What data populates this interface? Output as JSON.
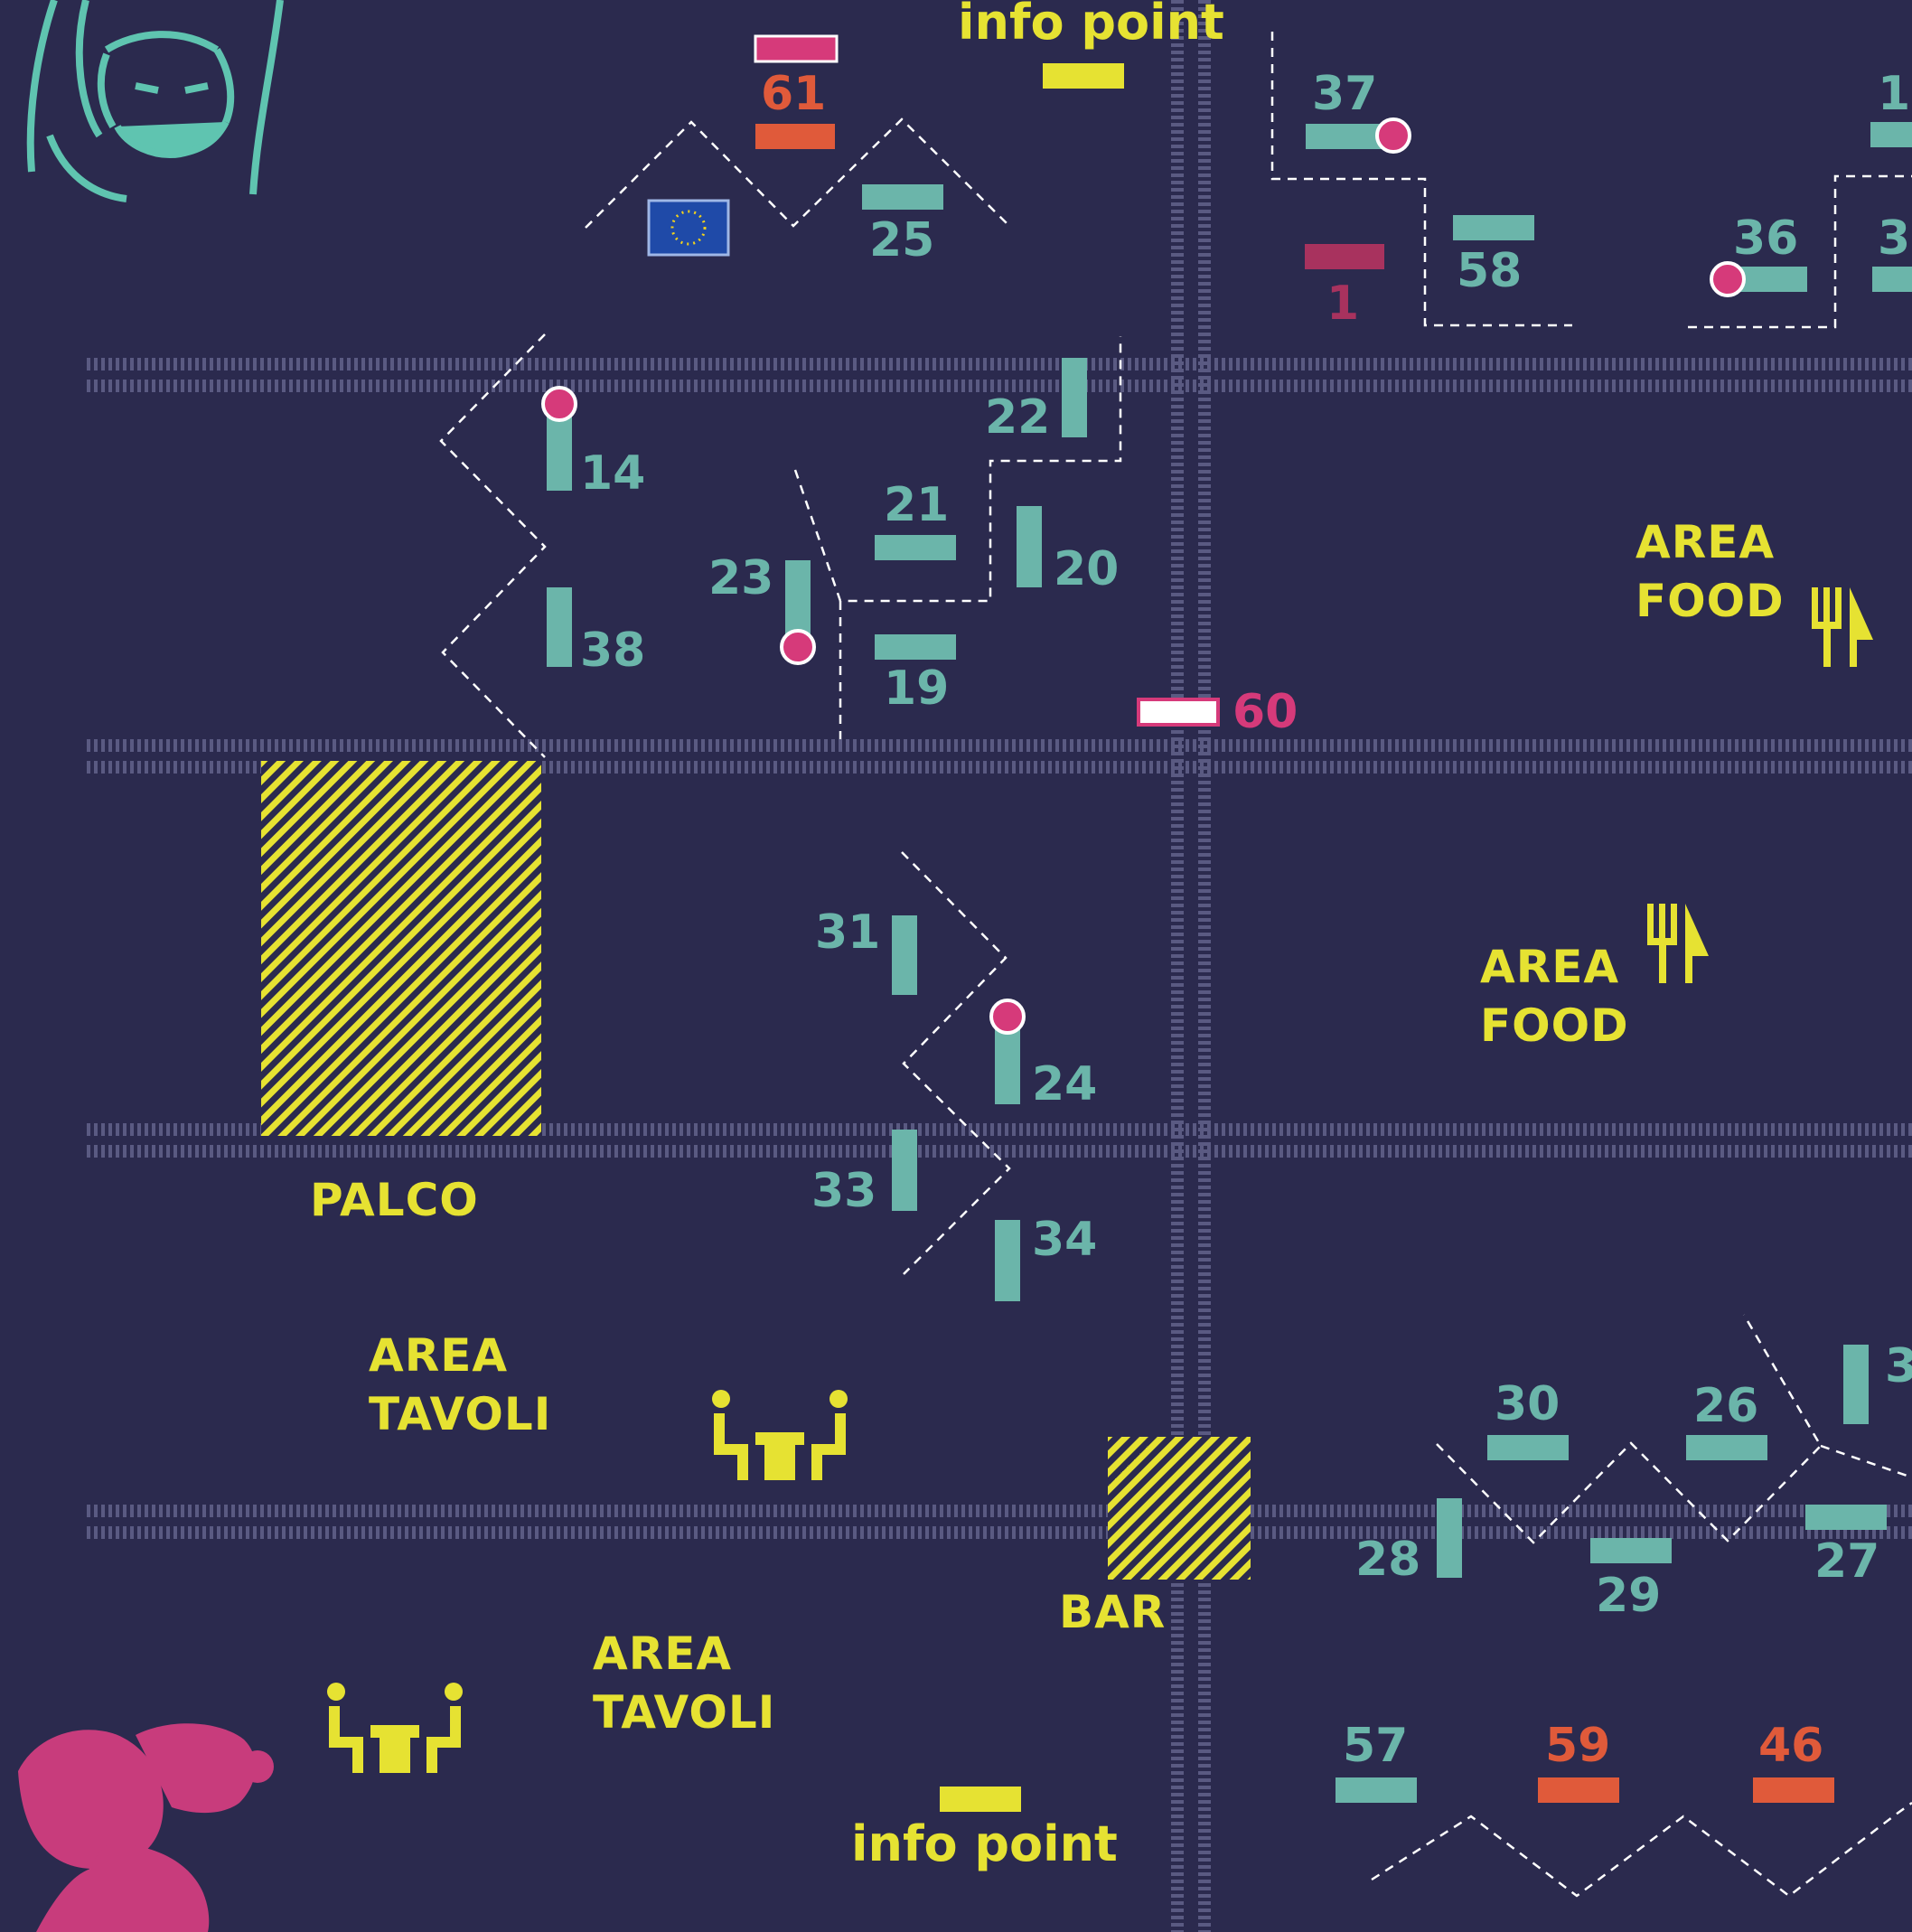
{
  "colors": {
    "background": "#2b2a4e",
    "stand": "#6bb5aa",
    "highlight_pink": "#d63a7a",
    "orange": "#e05a3a",
    "yellow": "#e6e232",
    "maroon": "#a8325e",
    "path": "#4a4a72"
  },
  "stands": {
    "s1": "1",
    "s14": "14",
    "s19": "19",
    "s20": "20",
    "s21": "21",
    "s22": "22",
    "s23": "23",
    "s24": "24",
    "s25": "25",
    "s26": "26",
    "s27": "27",
    "s28": "28",
    "s29": "29",
    "s30": "30",
    "s31": "31",
    "s33": "33",
    "s34": "34",
    "s36": "36",
    "s37": "37",
    "s38": "38",
    "s46": "46",
    "s57": "57",
    "s58": "58",
    "s59": "59",
    "s60": "60",
    "s61": "61",
    "edge_1": "1",
    "edge_3a": "3",
    "edge_3b": "3"
  },
  "zones": {
    "info_top": "info point",
    "info_bottom": "info point",
    "food1_line1": "AREA",
    "food1_line2": "FOOD",
    "food2_line1": "AREA",
    "food2_line2": "FOOD",
    "palco": "PALCO",
    "tavoli1_line1": "AREA",
    "tavoli1_line2": "TAVOLI",
    "tavoli2_line1": "AREA",
    "tavoli2_line2": "TAVOLI",
    "bar": "BAR"
  },
  "icons": [
    "gorilla-illustration",
    "monkey-illustration",
    "eu-flag-icon",
    "fork-knife-icon",
    "table-seating-icon"
  ]
}
